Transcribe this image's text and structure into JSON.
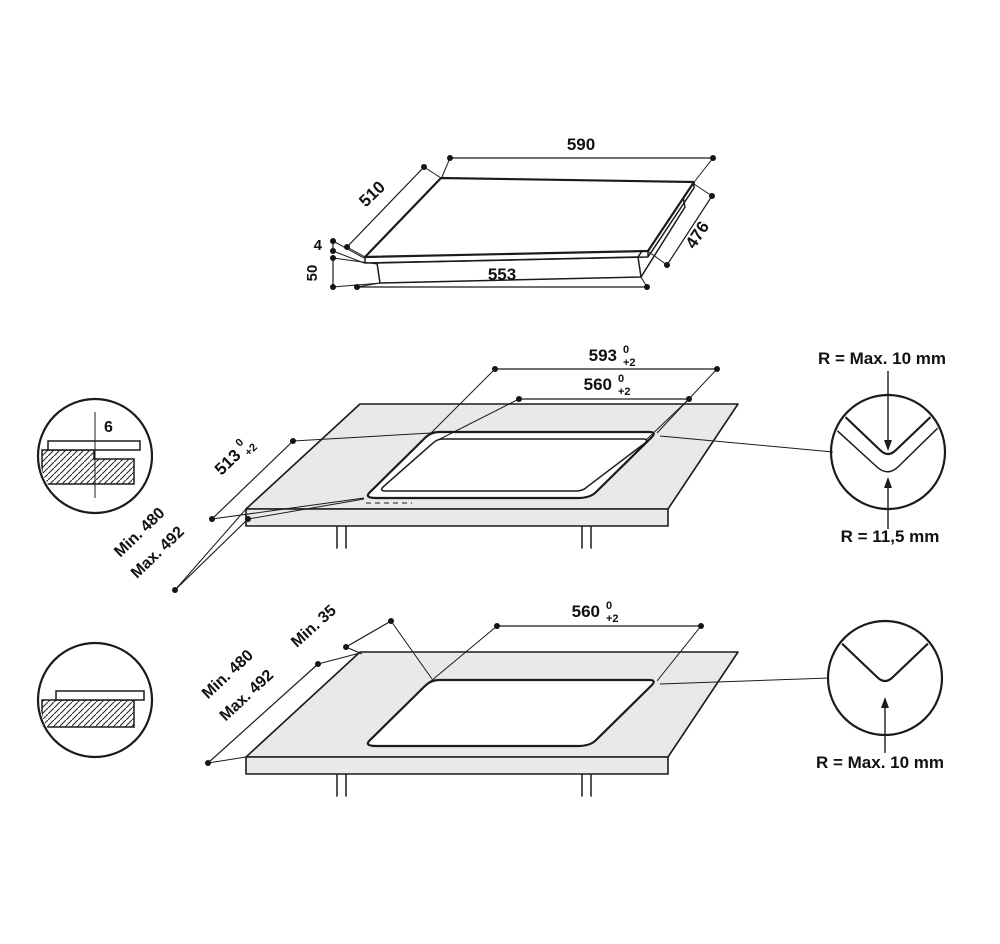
{
  "top_view": {
    "width": "590",
    "depth": "510",
    "glass_thickness": "4",
    "body_height": "50",
    "body_width": "553",
    "body_depth": "476"
  },
  "semi_flush": {
    "outer_width": {
      "value": "593",
      "tol_top": "0",
      "tol_bottom": "+2"
    },
    "inner_width": {
      "value": "560",
      "tol_top": "0",
      "tol_bottom": "+2"
    },
    "depth": {
      "value": "513",
      "tol_top": "0",
      "tol_bottom": "+2"
    },
    "min_depth": "Min. 480",
    "max_depth": "Max. 492",
    "ledge_depth": "6",
    "radius_top": "R = Max. 10 mm",
    "radius_bottom": "R = 11,5 mm"
  },
  "flush": {
    "width": {
      "value": "560",
      "tol_top": "0",
      "tol_bottom": "+2"
    },
    "min_depth": "Min. 480",
    "max_depth": "Max. 492",
    "min_side": "Min. 35",
    "radius": "R = Max. 10 mm"
  },
  "colors": {
    "line": "#1b1b1b",
    "surface": "#e9e9e9"
  }
}
